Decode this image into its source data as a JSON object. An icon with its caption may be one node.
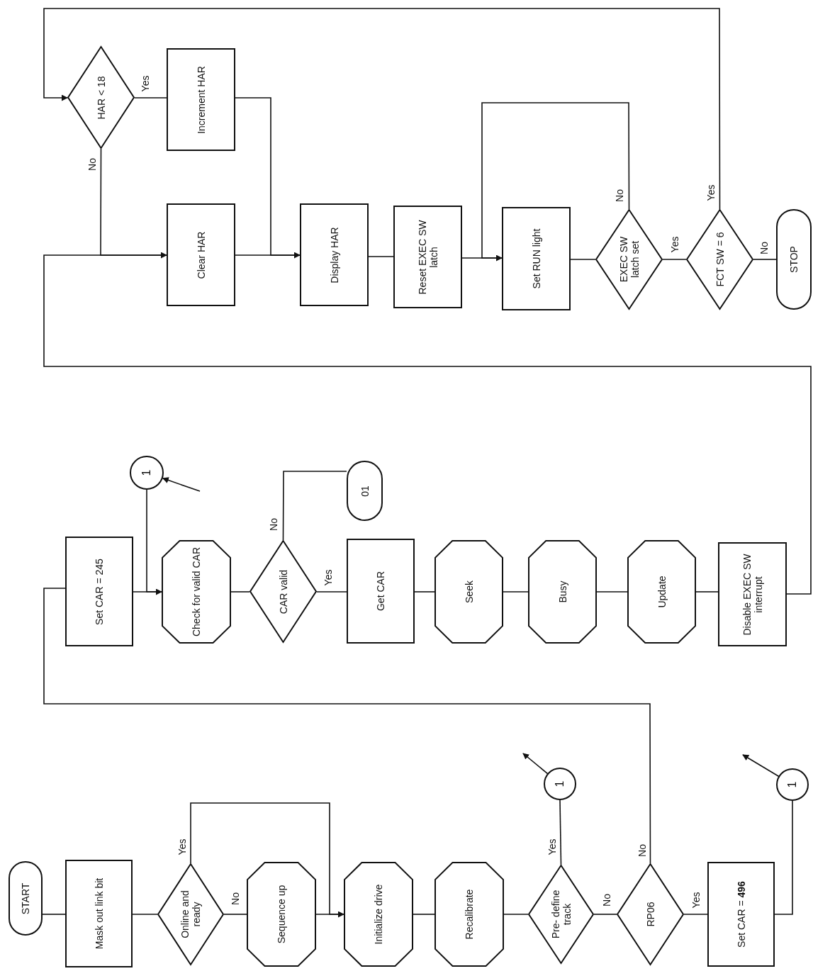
{
  "diagram": {
    "nodes": [
      {
        "text": [
          "START"
        ]
      },
      {
        "text": [
          "Mask out link bit"
        ]
      },
      {
        "text": [
          "Online and ready"
        ]
      },
      {
        "text": [
          "Sequence up"
        ]
      },
      {
        "text": [
          "Initialize drive"
        ]
      },
      {
        "text": [
          "Recalibrate"
        ]
      },
      {
        "text": [
          "Pre- define track"
        ]
      },
      {
        "text": [
          "RP06"
        ]
      },
      {
        "text": [
          "Set CAR = **496**"
        ]
      },
      {
        "text": [
          "1"
        ]
      },
      {
        "text": [
          "1"
        ]
      },
      {
        "text": [
          "Set CAR = 245"
        ]
      },
      {
        "text": [
          "1"
        ]
      },
      {
        "text": [
          "Check for valid CAR"
        ]
      },
      {
        "text": [
          "CAR valid"
        ]
      },
      {
        "text": [
          "01"
        ]
      },
      {
        "text": [
          "Get CAR"
        ]
      },
      {
        "text": [
          "Seek"
        ]
      },
      {
        "text": [
          "Busy"
        ]
      },
      {
        "text": [
          "Update"
        ]
      },
      {
        "text": [
          "Disable EXEC SW interrupt"
        ]
      },
      {
        "text": [
          "HAR < 18"
        ]
      },
      {
        "text": [
          "Increment HAR"
        ]
      },
      {
        "text": [
          "Clear HAR"
        ]
      },
      {
        "text": [
          "Display HAR"
        ]
      },
      {
        "text": [
          "Reset EXEC SW latch"
        ]
      },
      {
        "text": [
          "Set RUN light"
        ]
      },
      {
        "text": [
          "EXEC SW latch set"
        ]
      },
      {
        "text": [
          "FCT SW = 6"
        ]
      },
      {
        "text": [
          "STOP"
        ]
      }
    ],
    "edges": [
      {
        "from": 0,
        "to": 1,
        "arrow": "none"
      },
      {
        "from": 1,
        "to": 2,
        "arrow": "none"
      },
      {
        "from": 2,
        "to": 3,
        "arrow": "none",
        "label": "No"
      },
      {
        "from": 2,
        "to": 4,
        "arrow": "to",
        "label": "Yes"
      },
      {
        "from": 3,
        "to": 4,
        "arrow": "none"
      },
      {
        "from": 4,
        "to": 5,
        "arrow": "none"
      },
      {
        "from": 5,
        "to": 6,
        "arrow": "none"
      },
      {
        "from": 6,
        "to": 10,
        "arrow": "none",
        "label": "Yes"
      },
      {
        "from": 10,
        "to": null,
        "arrow": "to"
      },
      {
        "from": 6,
        "to": 7,
        "arrow": "none",
        "label": "No"
      },
      {
        "from": 7,
        "to": 8,
        "arrow": "none",
        "label": "Yes"
      },
      {
        "from": 8,
        "to": 9,
        "arrow": "none"
      },
      {
        "from": 9,
        "to": null,
        "arrow": "to"
      },
      {
        "from": 7,
        "to": 11,
        "arrow": "none",
        "label": "No"
      },
      {
        "from": null,
        "to": 12,
        "arrow": "to"
      },
      {
        "from": 11,
        "to": 13,
        "arrow": "none"
      },
      {
        "from": 12,
        "to": 13,
        "arrow": "to"
      },
      {
        "from": 13,
        "to": 14,
        "arrow": "none"
      },
      {
        "from": 14,
        "to": 15,
        "arrow": "none",
        "label": "No"
      },
      {
        "from": 14,
        "to": 16,
        "arrow": "none",
        "label": "Yes"
      },
      {
        "from": 16,
        "to": 17,
        "arrow": "none"
      },
      {
        "from": 17,
        "to": 18,
        "arrow": "none"
      },
      {
        "from": 18,
        "to": 19,
        "arrow": "none"
      },
      {
        "from": 19,
        "to": 20,
        "arrow": "none"
      },
      {
        "from": 20,
        "to": 23,
        "arrow": "none"
      },
      {
        "from": 21,
        "to": 23,
        "arrow": "to",
        "label": "No"
      },
      {
        "from": 21,
        "to": 22,
        "arrow": "none",
        "label": "Yes"
      },
      {
        "from": 22,
        "to": 24,
        "arrow": "to"
      },
      {
        "from": 23,
        "to": 24,
        "arrow": "none"
      },
      {
        "from": 24,
        "to": 25,
        "arrow": "none"
      },
      {
        "from": 25,
        "to": 26,
        "arrow": "none"
      },
      {
        "from": 26,
        "to": 27,
        "arrow": "none"
      },
      {
        "from": 27,
        "to": 26,
        "arrow": "to",
        "label": "No"
      },
      {
        "from": 27,
        "to": 28,
        "arrow": "none",
        "label": "Yes"
      },
      {
        "from": 28,
        "to": 29,
        "arrow": "none",
        "label": "No"
      },
      {
        "from": 28,
        "to": 21,
        "arrow": "to",
        "label": "Yes"
      }
    ]
  }
}
